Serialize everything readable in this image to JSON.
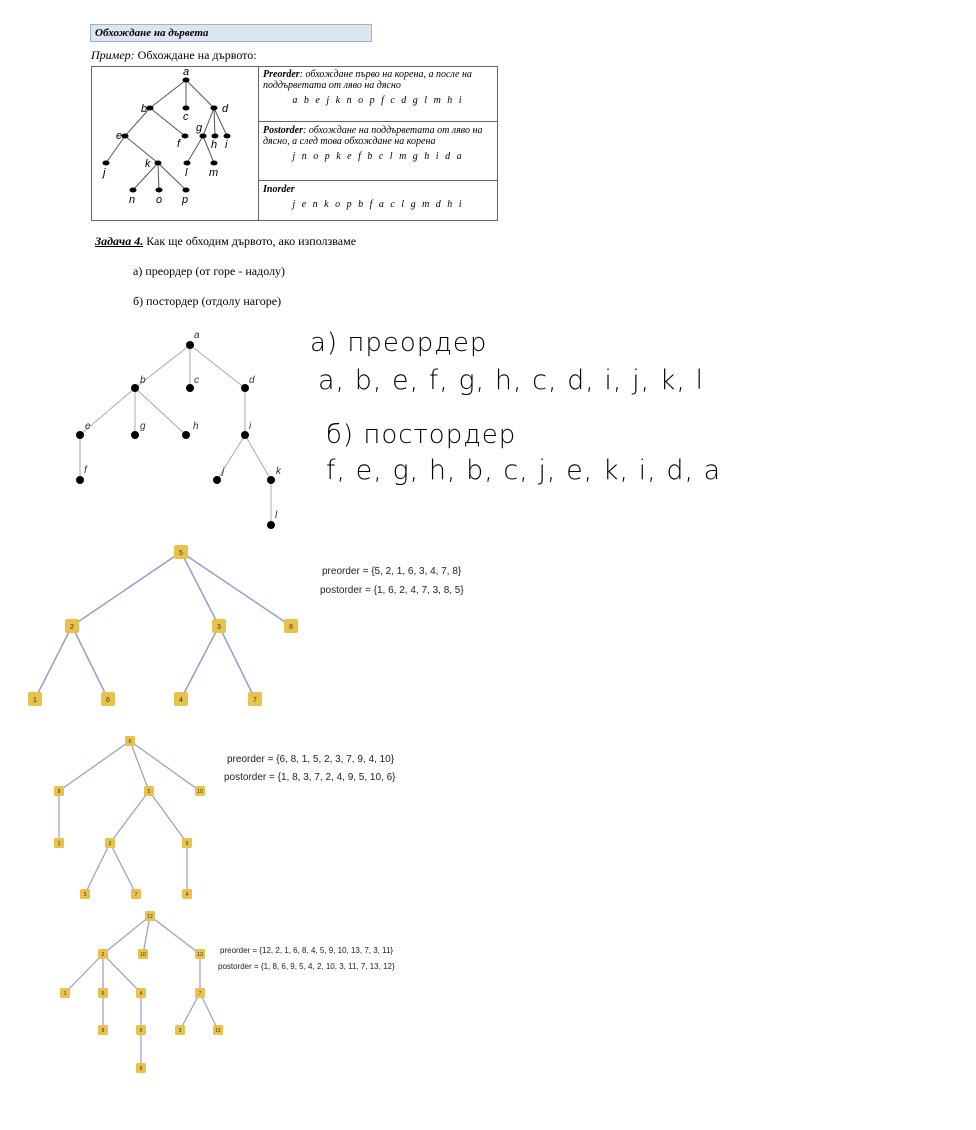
{
  "header": {
    "title": "Обхождане на дървета"
  },
  "example": {
    "label": "Пример:",
    "text": "Обхождане на дървото:",
    "tree_nodes": [
      "a",
      "b",
      "c",
      "d",
      "e",
      "f",
      "g",
      "h",
      "i",
      "j",
      "k",
      "l",
      "m",
      "n",
      "o",
      "p"
    ],
    "preorder_name": "Preorder",
    "preorder_desc": ": обхождане първо на корена, а после на поддърветата от ляво на дясно",
    "preorder_seq": "a b e j k n o p f c d g l m h i",
    "postorder_name": "Postorder",
    "postorder_desc": ": обхождане на поддърветата от ляво на дясно, а след това обхождане на корена",
    "postorder_seq": "j n o p k e f b c l m g h i d a",
    "inorder_name": "Inorder",
    "inorder_seq": "j e n k o p b f a c l g m d h i"
  },
  "task": {
    "title": "Задача 4.",
    "text": "Как ще обходим дървото, ако използваме",
    "opt_a": "а) преордер (от горе - надолу)",
    "opt_b": "б) постордер (отдолу нагоре)",
    "tree_nodes": [
      "a",
      "b",
      "c",
      "d",
      "e",
      "f",
      "g",
      "h",
      "i",
      "j",
      "k",
      "l"
    ]
  },
  "handwritten": {
    "a_title": "а) преордер",
    "a_seq": "a, b, e, f, g, h, c, d, i, j, k, l",
    "b_title": "б) постордер",
    "b_seq": "f, e, g, h, b, c, j, e, k, i, d, a"
  },
  "tree1": {
    "nodes": [
      "5",
      "2",
      "3",
      "8",
      "1",
      "6",
      "4",
      "7"
    ],
    "preorder": "preorder = {5, 2, 1, 6, 3, 4, 7, 8}",
    "postorder": "postorder = {1, 6, 2, 4, 7, 3, 8, 5}"
  },
  "tree2": {
    "nodes": [
      "6",
      "8",
      "5",
      "10",
      "1",
      "2",
      "9",
      "3",
      "7",
      "4"
    ],
    "preorder": "preorder = {6, 8, 1, 5, 2, 3, 7, 9, 4, 10}",
    "postorder": "postorder = {1, 8, 3, 7, 2, 4, 9, 5, 10, 6}"
  },
  "tree3": {
    "nodes": [
      "12",
      "2",
      "10",
      "13",
      "1",
      "6",
      "4",
      "7",
      "8",
      "5",
      "3",
      "11",
      "9"
    ],
    "preorder": "preorder = {12, 2, 1, 6, 8, 4, 5, 9, 10, 13, 7, 3, 11}",
    "postorder": "postorder = {1, 8, 6, 9, 5, 4, 2, 10, 3, 11, 7, 13, 12}"
  },
  "colors": {
    "node_fill": "#e8c24a",
    "edge": "#8ea1c8"
  }
}
